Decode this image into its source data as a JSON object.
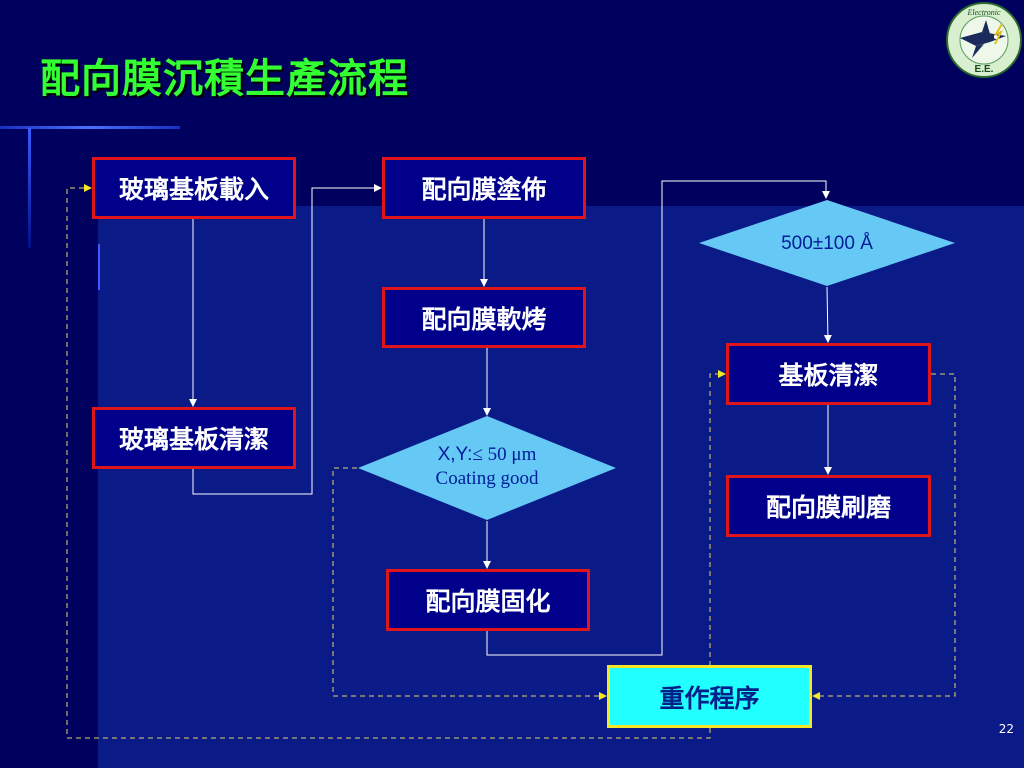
{
  "slide": {
    "title": "配向膜沉積生產流程",
    "page_number": "22"
  },
  "logo": {
    "top_text": "Electronic",
    "bottom_text": "E.E."
  },
  "steps": {
    "load": "玻璃基板載入",
    "clean_glass": "玻璃基板清潔",
    "coat": "配向膜塗佈",
    "soft_bake": "配向膜軟烤",
    "cure": "配向膜固化",
    "clean_substrate": "基板清潔",
    "rub": "配向膜刷磨",
    "rework": "重作程序"
  },
  "decisions": {
    "inspection_line1_prefix": "X,Y:",
    "inspection_line1_rest": "≤ 50 μm",
    "inspection_line2": "Coating good",
    "thickness": "500±100 Å"
  },
  "colors": {
    "background": "#00005e",
    "title": "#33ff33",
    "box_border": "#e0151c",
    "box_fill": "#00008b",
    "diamond_fill": "#66c8f5",
    "rework_fill": "#22ffff",
    "rework_border": "#f5e626",
    "dashed_line": "#e8d36a",
    "arrow": "#ffffff"
  }
}
